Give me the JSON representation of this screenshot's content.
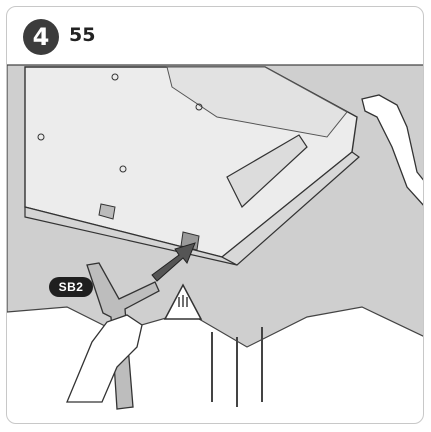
{
  "step": {
    "number": "4",
    "size_label": "55"
  },
  "part": {
    "code": "SB2"
  },
  "icons": {
    "caution": "caution-hand-triangle-icon"
  },
  "colors": {
    "ink": "#333333",
    "tv_body": "#e6e6e6",
    "cloth": "#c9c9c9",
    "badge": "#3c3c3c"
  }
}
